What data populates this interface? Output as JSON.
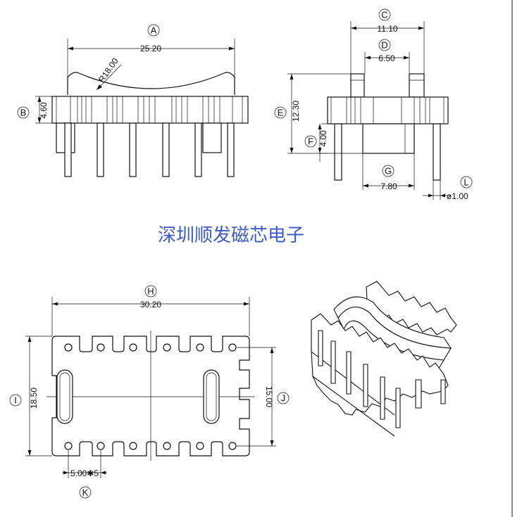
{
  "dimensions": {
    "a": "25.20",
    "r": "R18.00",
    "b": "4.60",
    "c": "11.10",
    "d": "6.50",
    "e": "12.30",
    "f": "4.00",
    "g": "7.80",
    "l": "ø1.00",
    "h": "30.20",
    "i": "18.50",
    "j": "15.00",
    "k": "5.00✱5"
  },
  "callouts": {
    "a": "A",
    "b": "B",
    "c": "C",
    "d": "D",
    "e": "E",
    "f": "F",
    "g": "G",
    "h": "H",
    "i": "I",
    "j": "J",
    "k": "K",
    "l": "L"
  },
  "company_name": "深圳顺发磁芯电子"
}
